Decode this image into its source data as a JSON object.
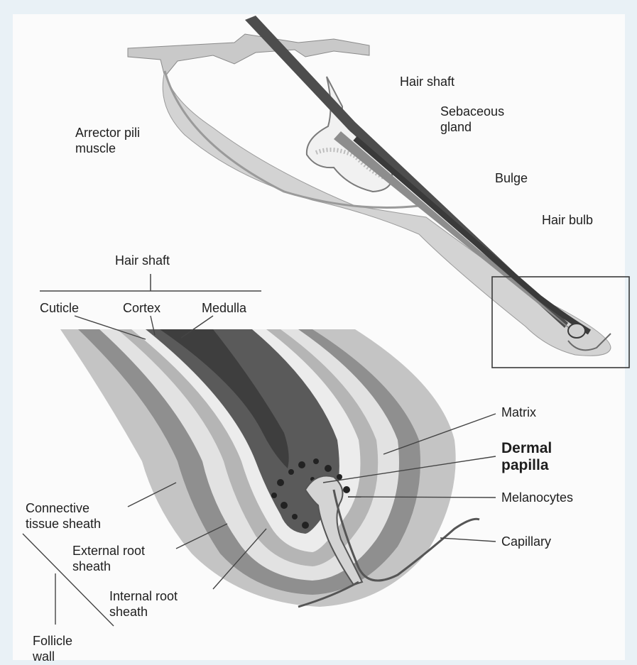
{
  "labels": {
    "hair_shaft_top": "Hair shaft",
    "sebaceous_gland": "Sebaceous\ngland",
    "arrector_pili": "Arrector pili\nmuscle",
    "bulge": "Bulge",
    "hair_bulb": "Hair bulb",
    "hair_shaft_group": "Hair shaft",
    "cuticle": "Cuticle",
    "cortex": "Cortex",
    "medulla": "Medulla",
    "matrix": "Matrix",
    "dermal_papilla": "Dermal\npapilla",
    "melanocytes": "Melanocytes",
    "capillary": "Capillary",
    "connective_tissue_sheath": "Connective\ntissue sheath",
    "external_root_sheath": "External root\nsheath",
    "internal_root_sheath": "Internal root\nsheath",
    "follicle_wall": "Follicle\nwall"
  },
  "colors": {
    "background": "#e9f1f6",
    "panel": "#fbfbfb",
    "light_gray": "#c9c9c9",
    "mid_gray": "#a9a9a9",
    "dark_gray": "#5d5d5d",
    "darkest": "#3a3a3a",
    "line": "#444444"
  }
}
